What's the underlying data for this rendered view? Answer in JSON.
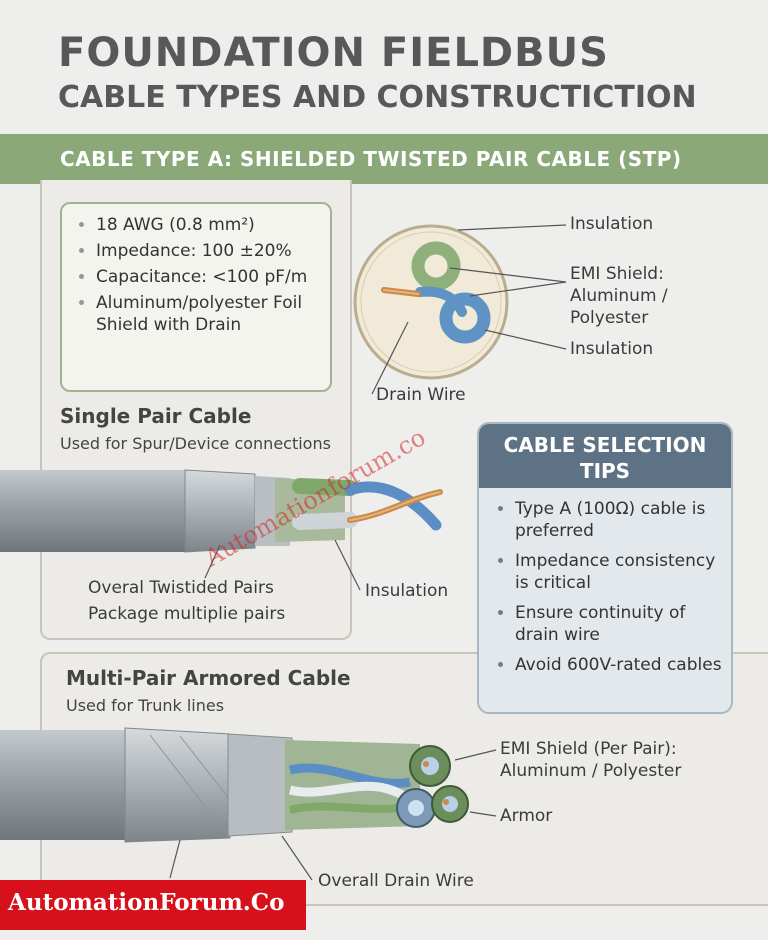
{
  "header": {
    "title_line1": "FOUNDATION FIELDBUS",
    "title_line2": "CABLE TYPES AND CONSTRUCTICTION"
  },
  "section_band": {
    "label": "CABLE TYPE A: SHIELDED TWISTED PAIR CABLE (STP)"
  },
  "specs": {
    "items": [
      "18 AWG (0.8 mm²)",
      "Impedance: 100 ±20%",
      "Capacitance: <100 pF/m",
      "Aluminum/polyester Foil Shield with Drain"
    ]
  },
  "cross_section": {
    "labels": {
      "insulation_top": "Insulation",
      "emi_shield": "EMI Shield: Aluminum / Polyester",
      "insulation_bottom": "Insulation",
      "drain_wire": "Drain Wire"
    }
  },
  "single_pair": {
    "heading": "Single Pair Cable",
    "subheading": "Used for Spur/Device connections",
    "labels": {
      "overall_line1": "Overal Twistided Pairs",
      "overall_line2": "Package multiplie pairs",
      "insulation": "Insulation"
    }
  },
  "tips": {
    "heading": "CABLE SELECTION TIPS",
    "items": [
      "Type A (100Ω) cable is preferred",
      "Impedance consistency is critical",
      "Ensure continuity of drain wire",
      "Avoid 600V-rated cables"
    ]
  },
  "multi_pair": {
    "heading": "Multi-Pair Armored Cable",
    "subheading": "Used for Trunk lines",
    "labels": {
      "emi_per_pair": "EMI Shield (Per Pair): Aluminum / Polyester",
      "armor": "Armor",
      "drain": "Overall Drain Wire"
    }
  },
  "watermark": "Automationforum.co",
  "logo": "AutomationForum.Co",
  "colors": {
    "band": "#8aa878",
    "tips_header": "#5d7284",
    "logo_bg": "#d7111b",
    "green_pair": "#7fa86a",
    "blue_pair": "#5b8ec4",
    "drain_copper": "#c98a4a"
  }
}
